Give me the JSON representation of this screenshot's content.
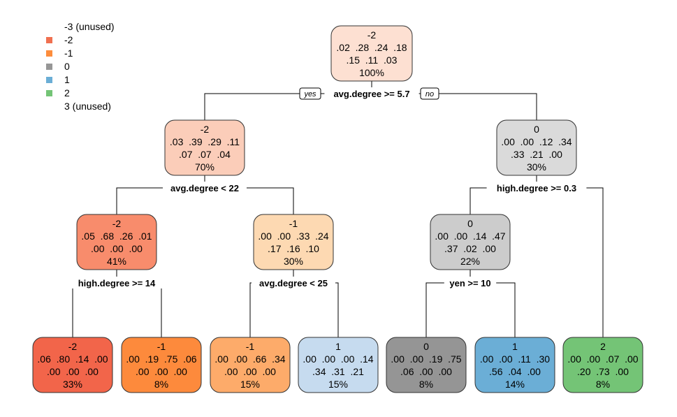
{
  "legend": [
    {
      "label": "-3 (unused)",
      "color": null
    },
    {
      "label": "-2",
      "color": "#f07050"
    },
    {
      "label": "-1",
      "color": "#fd8d3c"
    },
    {
      "label": "0",
      "color": "#969696"
    },
    {
      "label": "1",
      "color": "#6baed6"
    },
    {
      "label": "2",
      "color": "#74c476"
    },
    {
      "label": "3 (unused)",
      "color": null
    }
  ],
  "branch_labels": {
    "yes": "yes",
    "no": "no"
  },
  "splits": [
    {
      "id": "root",
      "text": "avg.degree >= 5.7"
    },
    {
      "id": "n2",
      "text": "avg.degree < 22"
    },
    {
      "id": "n3",
      "text": "high.degree >= 0.3"
    },
    {
      "id": "n4",
      "text": "high.degree >= 14"
    },
    {
      "id": "n5",
      "text": "avg.degree < 25"
    },
    {
      "id": "n6",
      "text": "yen >= 10"
    }
  ],
  "nodes": [
    {
      "id": "root",
      "class": "-2",
      "row1": ".02  .28  .24  .18",
      "row2": ".15  .11  .03",
      "pct": "100%",
      "fill": "#fde0d2"
    },
    {
      "id": "n2",
      "class": "-2",
      "row1": ".03  .39  .29  .11",
      "row2": ".07  .07  .04",
      "pct": "70%",
      "fill": "#fbcdb9"
    },
    {
      "id": "n3",
      "class": "0",
      "row1": ".00  .00  .12  .34",
      "row2": ".33  .21  .00",
      "pct": "30%",
      "fill": "#dadada"
    },
    {
      "id": "n4",
      "class": "-2",
      "row1": ".05  .68  .26  .01",
      "row2": ".00  .00  .00",
      "pct": "41%",
      "fill": "#f88c6c"
    },
    {
      "id": "n5",
      "class": "-1",
      "row1": ".00  .00  .33  .24",
      "row2": ".17  .16  .10",
      "pct": "30%",
      "fill": "#fdd9b2"
    },
    {
      "id": "n6",
      "class": "0",
      "row1": ".00  .00  .14  .47",
      "row2": ".37  .02  .00",
      "pct": "22%",
      "fill": "#cccccc"
    },
    {
      "id": "l1",
      "class": "-2",
      "row1": ".06  .80  .14  .00",
      "row2": ".00  .00  .00",
      "pct": "33%",
      "fill": "#f2654a"
    },
    {
      "id": "l2",
      "class": "-1",
      "row1": ".00  .19  .75  .06",
      "row2": ".00  .00  .00",
      "pct": "8%",
      "fill": "#fd8a3c"
    },
    {
      "id": "l3",
      "class": "-1",
      "row1": ".00  .00  .66  .34",
      "row2": ".00  .00  .00",
      "pct": "15%",
      "fill": "#fdab6a"
    },
    {
      "id": "l4",
      "class": "1",
      "row1": ".00  .00  .00  .14",
      "row2": ".34  .31  .21",
      "pct": "15%",
      "fill": "#c6dbef"
    },
    {
      "id": "l5",
      "class": "0",
      "row1": ".00  .00  .19  .75",
      "row2": ".06  .00  .00",
      "pct": "8%",
      "fill": "#959595"
    },
    {
      "id": "l6",
      "class": "1",
      "row1": ".00  .00  .11  .30",
      "row2": ".56  .04  .00",
      "pct": "14%",
      "fill": "#6baed6"
    },
    {
      "id": "l7",
      "class": "2",
      "row1": ".00  .00  .07  .00",
      "row2": ".20  .73  .00",
      "pct": "8%",
      "fill": "#74c476"
    }
  ]
}
